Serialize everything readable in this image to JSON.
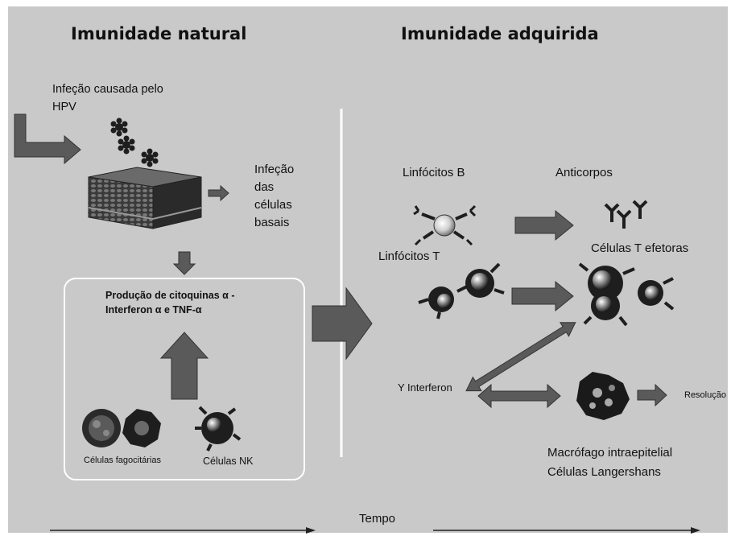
{
  "diagram": {
    "left_title": "Imunidade natural",
    "right_title": "Imunidade adquirida",
    "hpv_infection": "Infeção causada pelo HPV",
    "basal_infection": [
      "Infeção",
      "das",
      "células",
      "basais"
    ],
    "cytokines": [
      "Produção de citoquinas α -",
      "Interferon α e TNF-α"
    ],
    "phagocytes": "Células fagocitárias",
    "nk_cells": "Células NK",
    "b_lymphocytes": "Linfócitos B",
    "antibodies": "Anticorpos",
    "t_lymphocytes": "Linfócitos T",
    "effector_t": "Células T efetoras",
    "interferon": "Y Interferon",
    "resolution": "Resolução",
    "macrophage": "Macrófago intraepitelial",
    "langerhans": "Células Langershans",
    "time": "Tempo"
  },
  "colors": {
    "background": "#c9c9c9",
    "arrow_fill": "#5a5a5a",
    "cell": "#1a1a1a",
    "divider": "#ffffff"
  }
}
